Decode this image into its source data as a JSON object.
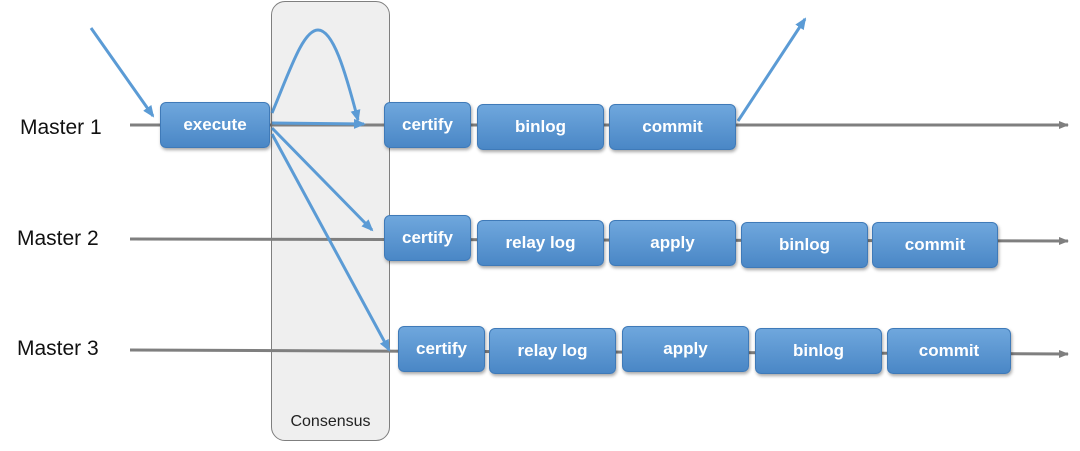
{
  "masters": [
    {
      "label": "Master 1",
      "steps": [
        "certify",
        "binlog",
        "commit"
      ]
    },
    {
      "label": "Master 2",
      "steps": [
        "certify",
        "relay log",
        "apply",
        "binlog",
        "commit"
      ]
    },
    {
      "label": "Master 3",
      "steps": [
        "certify",
        "relay log",
        "apply",
        "binlog",
        "commit"
      ]
    }
  ],
  "execute_label": "execute",
  "consensus_label": "Consensus",
  "colors": {
    "box": "#5b9bd5",
    "arrow": "#5b9bd5",
    "timeline": "#7f7f7f",
    "consensus_fill": "#efefef"
  }
}
